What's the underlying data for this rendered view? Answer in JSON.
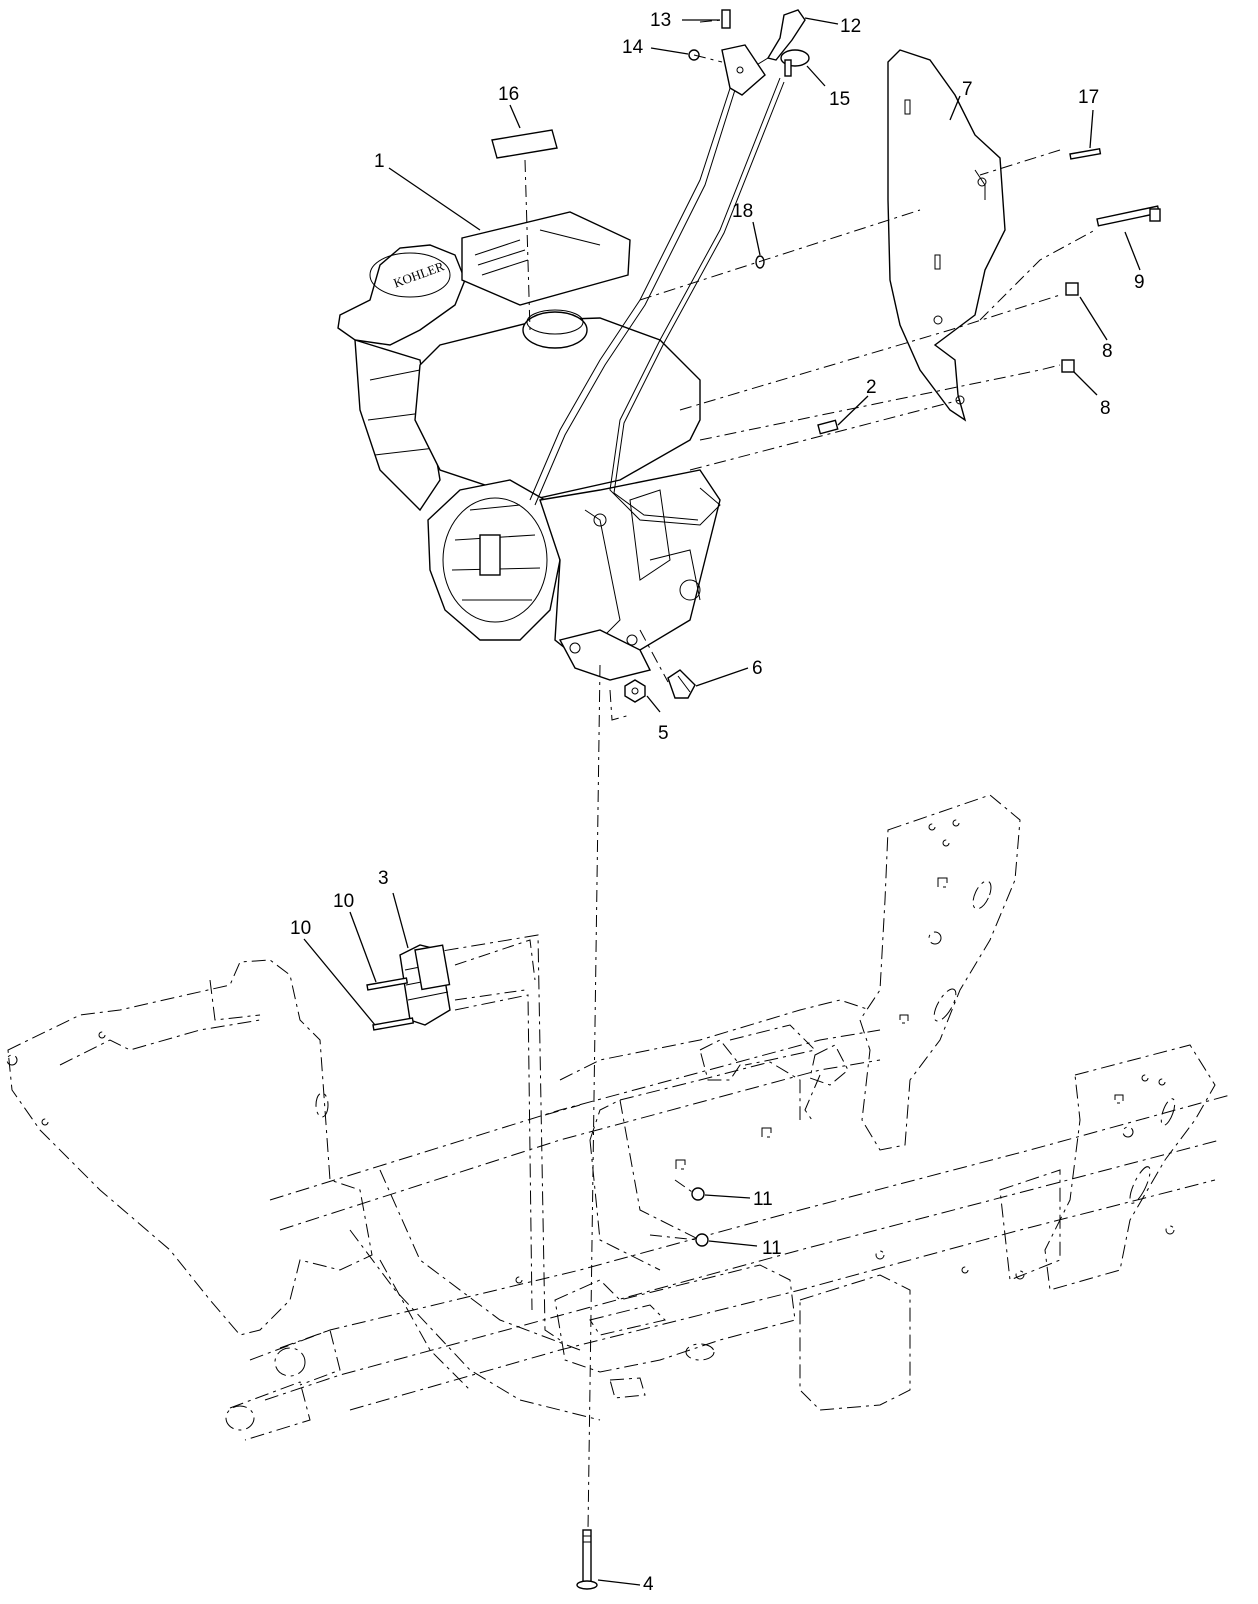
{
  "callouts": {
    "c1": "1",
    "c2": "2",
    "c3": "3",
    "c4": "4",
    "c5": "5",
    "c6": "6",
    "c7": "7",
    "c8a": "8",
    "c8b": "8",
    "c9": "9",
    "c10a": "10",
    "c10b": "10",
    "c11a": "11",
    "c11b": "11",
    "c12": "12",
    "c13": "13",
    "c14": "14",
    "c15": "15",
    "c16": "16",
    "c17": "17",
    "c18": "18"
  }
}
